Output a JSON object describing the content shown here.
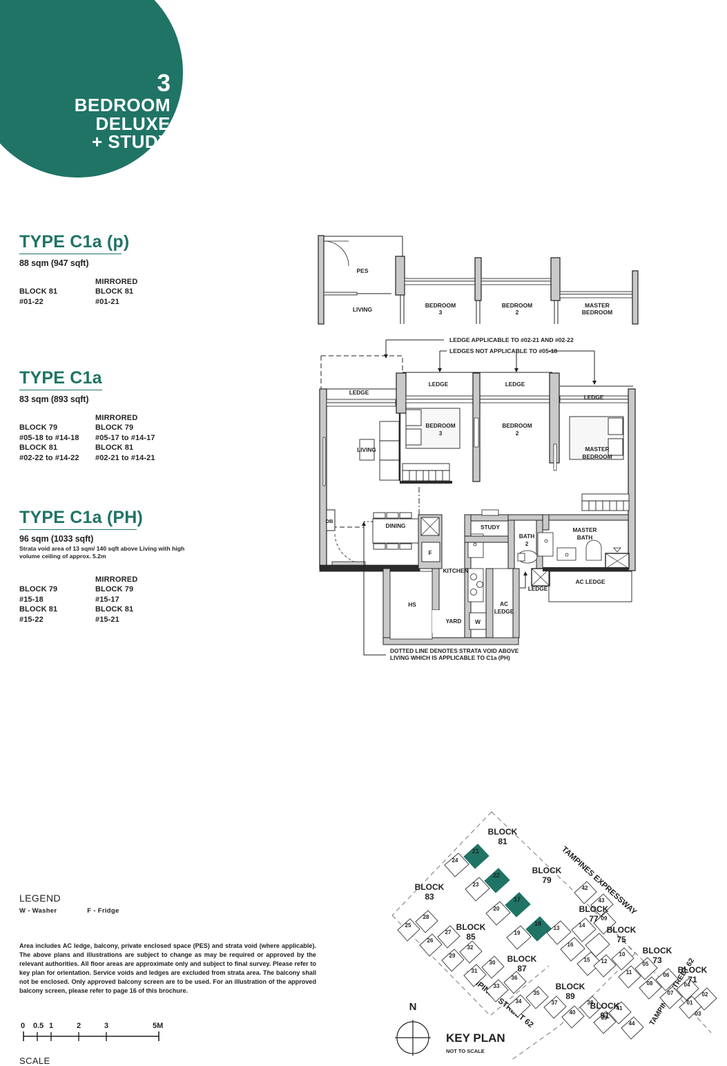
{
  "badge": {
    "number": "3",
    "line1": "BEDROOM",
    "line2": "DELUXE",
    "line3": "+ STUDY",
    "color": "#1f7466"
  },
  "types": [
    {
      "title": "TYPE C1a (p)",
      "area": "88 sqm (947 sqft)",
      "note": "",
      "left": {
        "heading": "",
        "lines": [
          "BLOCK 81",
          "#01-22"
        ]
      },
      "right": {
        "heading": "MIRRORED",
        "lines": [
          "BLOCK 81",
          "#01-21"
        ]
      }
    },
    {
      "title": "TYPE C1a",
      "area": "83 sqm (893 sqft)",
      "note": "",
      "left": {
        "heading": "",
        "lines": [
          "BLOCK 79",
          "#05-18 to #14-18",
          "BLOCK 81",
          "#02-22 to #14-22"
        ]
      },
      "right": {
        "heading": "MIRRORED",
        "lines": [
          "BLOCK 79",
          "#05-17 to #14-17",
          "BLOCK 81",
          "#02-21 to #14-21"
        ]
      }
    },
    {
      "title": "TYPE C1a (PH)",
      "area": "96 sqm (1033 sqft)",
      "note": "Strata void area of 13 sqm/ 140 sqft above Living with high volume ceiling of approx. 5.2m",
      "left": {
        "heading": "",
        "lines": [
          "BLOCK 79",
          "#15-18",
          "BLOCK 81",
          "#15-22"
        ]
      },
      "right": {
        "heading": "MIRRORED",
        "lines": [
          "BLOCK 79",
          "#15-17",
          "BLOCK 81",
          "#15-21"
        ]
      }
    }
  ],
  "legend": {
    "title": "LEGEND",
    "washer": "W  -  Washer",
    "fridge": "F  -  Fridge"
  },
  "disclaimer": "Area includes AC ledge, balcony, private enclosed space (PES) and strata void (where applicable). The above plans and illustrations are subject to change as may be required or approved by the relevant authorities. All floor areas are approximate only and subject to final survey. Please refer to key plan for orientation. Service voids and ledges are excluded from strata area. The balcony shall not be enclosed. Only approved balcony screen are to be used. For an illustration of the approved balcony screen, please refer to page 16 of this brochure.",
  "scale": {
    "label": "SCALE",
    "ticks": [
      "0",
      "0.5",
      "1",
      "2",
      "3",
      "5M"
    ]
  },
  "plan_top": {
    "rooms": [
      "PES",
      "LIVING",
      "BEDROOM 3",
      "BEDROOM 2",
      "MASTER BEDROOM"
    ],
    "labels": {
      "pes": "PES",
      "living": "LIVING",
      "bedroom3_l1": "BEDROOM",
      "bedroom3_l2": "3",
      "bedroom2_l1": "BEDROOM",
      "bedroom2_l2": "2",
      "master_l1": "MASTER",
      "master_l2": "BEDROOM"
    }
  },
  "plan_main": {
    "callouts": {
      "ledge_applicable": "LEDGE APPLICABLE TO #02-21 AND #02-22",
      "ledges_not_applicable": "LEDGES NOT APPLICABLE TO #05-18",
      "dotted_line_1": "DOTTED LINE DENOTES STRATA VOID ABOVE",
      "dotted_line_2": "LIVING WHICH IS APPLICABLE TO C1a (PH)"
    },
    "labels": {
      "ledge": "LEDGE",
      "living": "LIVING",
      "dining": "DINING",
      "kitchen": "KITCHEN",
      "yard": "YARD",
      "hs": "HS",
      "db": "DB",
      "study": "STUDY",
      "bath2_l1": "BATH",
      "bath2_l2": "2",
      "master_bath_l1": "MASTER",
      "master_bath_l2": "BATH",
      "bedroom3_l1": "BEDROOM",
      "bedroom3_l2": "3",
      "bedroom2_l1": "BEDROOM",
      "bedroom2_l2": "2",
      "master_bed_l1": "MASTER",
      "master_bed_l2": "BEDROOM",
      "ac_ledge_l1": "AC",
      "ac_ledge_l2": "LEDGE",
      "ac_ledge_wide": "AC LEDGE",
      "washer": "W",
      "fridge": "F"
    }
  },
  "keyplan": {
    "title": "KEY PLAN",
    "subtitle": "NOT TO SCALE",
    "north": "N",
    "roads": [
      "TAMPINES EXPRESSWAY",
      "TAMPINES STREET 62",
      "TAMPINES STREET 62"
    ],
    "block_labels": [
      {
        "l1": "BLOCK",
        "l2": "81"
      },
      {
        "l1": "BLOCK",
        "l2": "79"
      },
      {
        "l1": "BLOCK",
        "l2": "77"
      },
      {
        "l1": "BLOCK",
        "l2": "83"
      },
      {
        "l1": "BLOCK",
        "l2": "85"
      },
      {
        "l1": "BLOCK",
        "l2": "87"
      },
      {
        "l1": "BLOCK",
        "l2": "89"
      },
      {
        "l1": "BLOCK",
        "l2": "91"
      },
      {
        "l1": "BLOCK",
        "l2": "75"
      },
      {
        "l1": "BLOCK",
        "l2": "73"
      },
      {
        "l1": "BLOCK",
        "l2": "71"
      }
    ],
    "highlighted_units": [
      "21",
      "22",
      "17",
      "18"
    ],
    "plain_units": [
      "24",
      "23",
      "20",
      "19",
      "13",
      "16",
      "14",
      "15",
      "25",
      "28",
      "26",
      "27",
      "29",
      "32",
      "31",
      "30",
      "33",
      "36",
      "34",
      "35",
      "37",
      "40",
      "38",
      "39",
      "41",
      "44",
      "42",
      "43",
      "09",
      "12",
      "10",
      "11",
      "05",
      "08",
      "06",
      "07",
      "04",
      "01",
      "02",
      "03"
    ],
    "highlight_color": "#1f7466"
  }
}
